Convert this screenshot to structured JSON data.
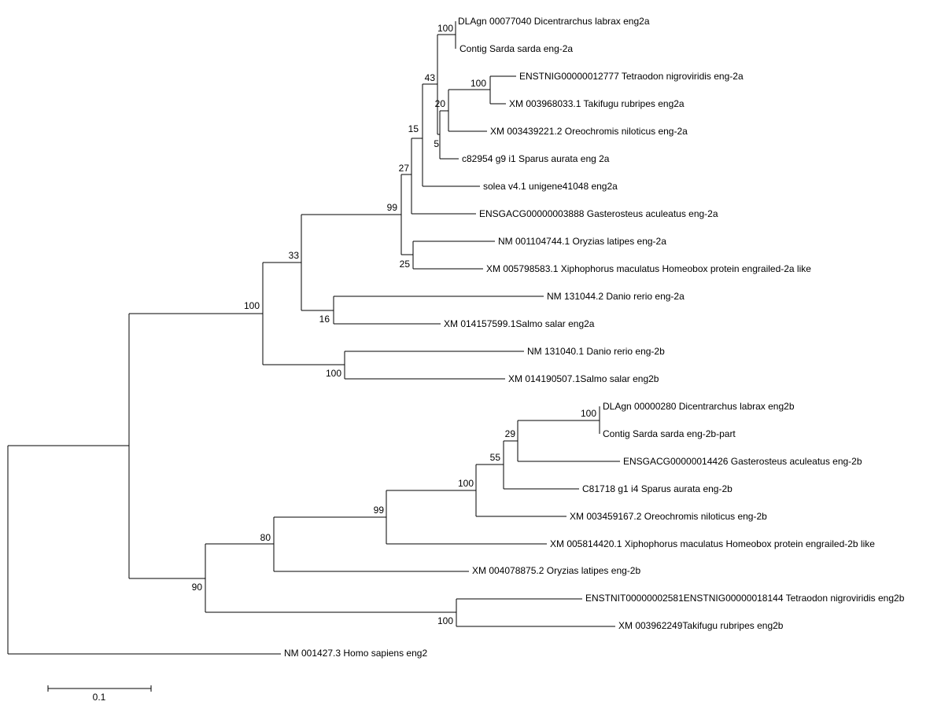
{
  "tree": {
    "leaves": [
      {
        "id": "L1",
        "label": "DLAgn 00077040 Dicentrarchus labrax eng2a"
      },
      {
        "id": "L2",
        "label": "Contig Sarda sarda eng-2a"
      },
      {
        "id": "L3",
        "label": "ENSTNIG00000012777 Tetraodon nigroviridis eng-2a"
      },
      {
        "id": "L4",
        "label": "XM 003968033.1 Takifugu rubripes eng2a"
      },
      {
        "id": "L5",
        "label": "XM 003439221.2 Oreochromis niloticus eng-2a"
      },
      {
        "id": "L6",
        "label": "c82954 g9 i1 Sparus aurata eng 2a"
      },
      {
        "id": "L7",
        "label": "solea v4.1 unigene41048 eng2a"
      },
      {
        "id": "L8",
        "label": "ENSGACG00000003888 Gasterosteus aculeatus eng-2a"
      },
      {
        "id": "L9",
        "label": "NM 001104744.1 Oryzias latipes eng-2a"
      },
      {
        "id": "L10",
        "label": "XM 005798583.1 Xiphophorus maculatus Homeobox protein engrailed-2a like"
      },
      {
        "id": "L11",
        "label": "NM 131044.2 Danio rerio eng-2a"
      },
      {
        "id": "L12",
        "label": "XM 014157599.1Salmo salar eng2a"
      },
      {
        "id": "L13",
        "label": "NM 131040.1 Danio rerio eng-2b"
      },
      {
        "id": "L14",
        "label": "XM 014190507.1Salmo salar eng2b"
      },
      {
        "id": "L15",
        "label": "DLAgn 00000280 Dicentrarchus labrax eng2b"
      },
      {
        "id": "L16",
        "label": "Contig Sarda sarda eng-2b-part"
      },
      {
        "id": "L17",
        "label": "ENSGACG00000014426 Gasterosteus aculeatus eng-2b"
      },
      {
        "id": "L18",
        "label": "C81718 g1 i4 Sparus aurata eng-2b"
      },
      {
        "id": "L19",
        "label": "XM 003459167.2 Oreochromis niloticus eng-2b"
      },
      {
        "id": "L20",
        "label": "XM 005814420.1 Xiphophorus maculatus Homeobox protein engrailed-2b like"
      },
      {
        "id": "L21",
        "label": "XM 004078875.2 Oryzias latipes eng-2b"
      },
      {
        "id": "L22",
        "label": "ENSTNIT00000002581ENSTNIG00000018144 Tetraodon nigroviridis eng2b"
      },
      {
        "id": "L23",
        "label": "XM 003962249Takifugu rubripes eng2b"
      },
      {
        "id": "L24",
        "label": "NM 001427.3 Homo sapiens eng2"
      }
    ],
    "bootstrap": [
      {
        "node": "N_L1_L2",
        "support": "100"
      },
      {
        "node": "N_L3_L4",
        "support": "100"
      },
      {
        "node": "N_ft_ore",
        "support": "20"
      },
      {
        "node": "N_sparus",
        "support": "5"
      },
      {
        "node": "N_43",
        "support": "43"
      },
      {
        "node": "N_15",
        "support": "15"
      },
      {
        "node": "N_27",
        "support": "27"
      },
      {
        "node": "N_L9_L10",
        "support": "25"
      },
      {
        "node": "N_99a",
        "support": "99"
      },
      {
        "node": "N_L11_L12",
        "support": "16"
      },
      {
        "node": "N_33",
        "support": "33"
      },
      {
        "node": "N_L13_L14",
        "support": "100"
      },
      {
        "node": "N_100a",
        "support": "100"
      },
      {
        "node": "N_L15_L16",
        "support": "100"
      },
      {
        "node": "N_29",
        "support": "29"
      },
      {
        "node": "N_55",
        "support": "55"
      },
      {
        "node": "N_100b",
        "support": "100"
      },
      {
        "node": "N_99b",
        "support": "99"
      },
      {
        "node": "N_80",
        "support": "80"
      },
      {
        "node": "N_L22_L23",
        "support": "100"
      },
      {
        "node": "N_90",
        "support": "90"
      }
    ],
    "scale_bar": {
      "label": "0.1",
      "length": 0.1
    }
  }
}
